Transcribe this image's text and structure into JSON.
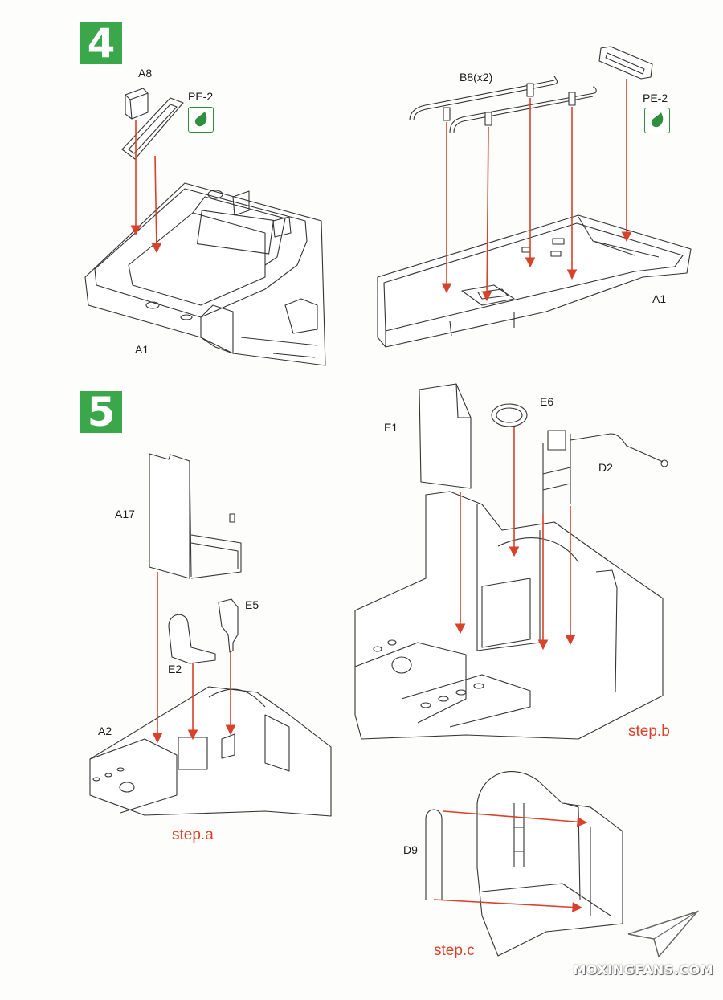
{
  "step4": {
    "number": "4",
    "left_labels": {
      "part": "A8",
      "pe": "PE-2",
      "base": "A1"
    },
    "right_labels": {
      "part": "B8(x2)",
      "pe": "PE-2",
      "base": "A1"
    }
  },
  "step5": {
    "number": "5",
    "step_a": {
      "caption": "step.a",
      "parts": [
        "A17",
        "E2",
        "E5",
        "A2"
      ]
    },
    "step_b": {
      "caption": "step.b",
      "parts": [
        "E1",
        "E6",
        "D2"
      ]
    },
    "step_c": {
      "caption": "step.c",
      "parts": [
        "D9"
      ]
    }
  },
  "watermark": "MOXINGFANS.COM",
  "colors": {
    "badge": "#3aa84a",
    "arrow": "#d8412a",
    "caption": "#d8412a"
  }
}
